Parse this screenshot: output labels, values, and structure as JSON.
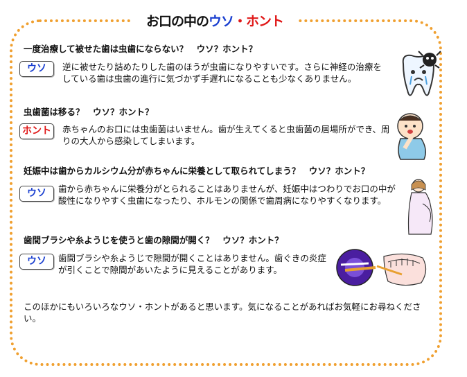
{
  "title": {
    "part1": "お口の中の",
    "part2": "ウソ",
    "part3": "・ホント"
  },
  "items": [
    {
      "question": "一度治療して被せた歯は虫歯にならない？　ウソ？ホント？",
      "badge": "ウソ",
      "answer": "逆に被せたり詰めたりした歯のほうが虫歯になりやすいです。さらに神経の治療をしている歯は虫歯の進行に気づかず手遅れになることも少なくありません。"
    },
    {
      "question": "虫歯菌は移る？　ウソ？ホント？",
      "badge": "ホント",
      "answer": "赤ちゃんのお口には虫歯菌はいません。歯が生えてくると虫歯菌の居場所ができ、周りの大人から感染してしまいます。"
    },
    {
      "question": "妊娠中は歯からカルシウム分が赤ちゃんに栄養として取られてしまう？　ウソ？ホント？",
      "badge": "ウソ",
      "answer": "歯から赤ちゃんに栄養分がとられることはありませんが、妊娠中はつわりでお口の中が酸性になりやすく虫歯になったり、ホルモンの関係で歯周病になりやすくなります。"
    },
    {
      "question": "歯間ブラシや糸ようじを使うと歯の隙間が開く？　ウソ？ホント？",
      "badge": "ウソ",
      "answer": "歯間ブラシや糸ようじで隙間が開くことはありません。歯ぐきの炎症が引くことで隙間があいたように見えることがあります。"
    }
  ],
  "footer": "このほかにもいろいろなウソ・ホントがあると思います。気になることがあればお気軽にお尋ねください。",
  "colors": {
    "frame": "#f0a030",
    "uso": "#1a3fd0",
    "honto": "#e01818"
  }
}
